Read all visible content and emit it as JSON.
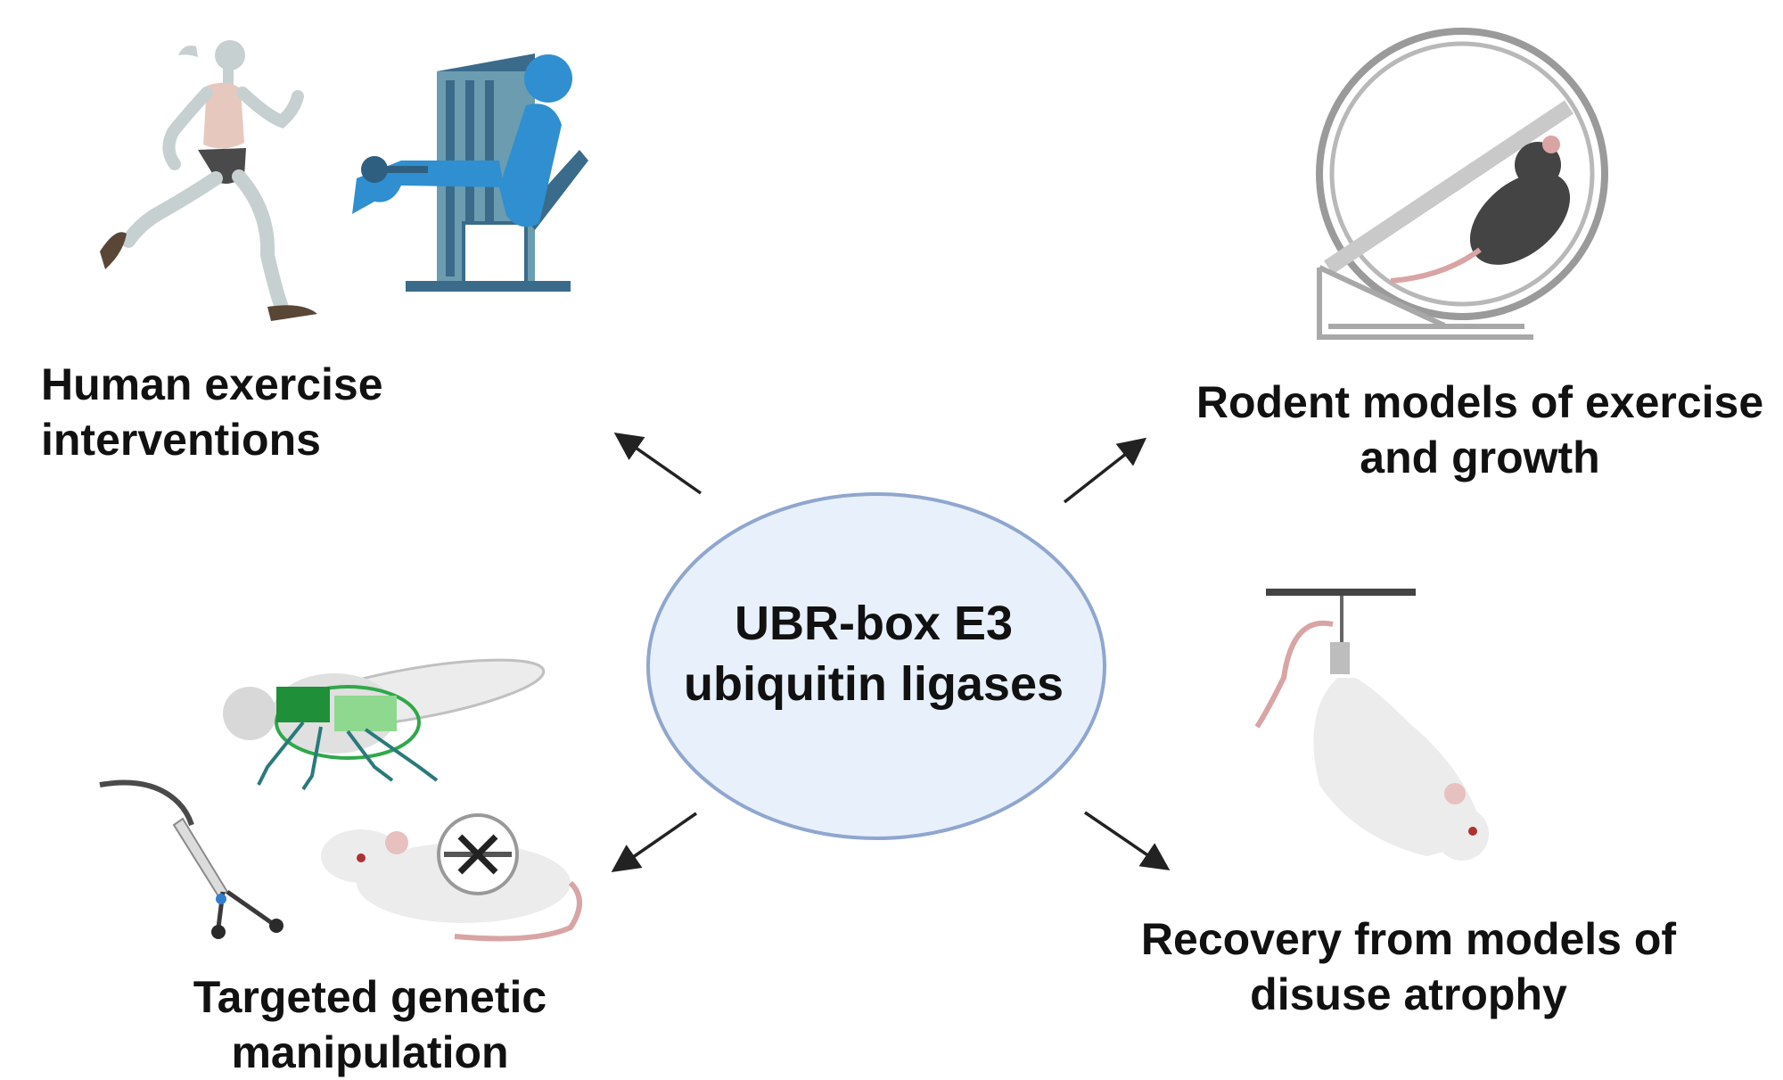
{
  "center": {
    "line1": "UBR-box E3",
    "line2": "ubiquitin ligases",
    "fill": "#e8f0fb",
    "stroke": "#8fa6cf"
  },
  "nodes": {
    "human": {
      "line1": "Human exercise",
      "line2": "interventions"
    },
    "rodent": {
      "line1": "Rodent models of exercise",
      "line2": "and growth"
    },
    "genetic": {
      "line1": "Targeted genetic",
      "line2": "manipulation"
    },
    "recovery": {
      "line1": "Recovery from models of",
      "line2": "disuse atrophy"
    }
  },
  "icons": [
    "running-woman-icon",
    "leg-extension-machine-icon",
    "mouse-running-wheel-icon",
    "fruit-fly-icon",
    "electroporation-forceps-icon",
    "knockout-mouse-icon",
    "hindlimb-suspended-rat-icon"
  ],
  "colors": {
    "arrow": "#222222",
    "machine_blue": "#2f8fd0",
    "machine_dark": "#3a6b8a",
    "fly_green": "#2fa84a"
  }
}
